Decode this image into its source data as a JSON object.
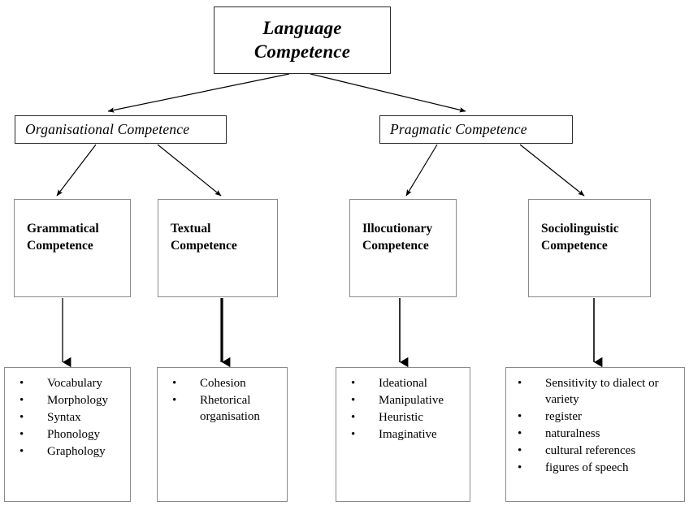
{
  "diagram": {
    "title": "Language Competence hierarchy",
    "root": {
      "label": "Language\nCompetence"
    },
    "level2": [
      {
        "label": "Organisational Competence"
      },
      {
        "label": "Pragmatic Competence"
      }
    ],
    "level3": [
      {
        "label": "Grammatical\nCompetence"
      },
      {
        "label": "Textual\nCompetence"
      },
      {
        "label": "Illocutionary\nCompetence"
      },
      {
        "label": "Sociolinguistic\nCompetence"
      }
    ],
    "lists": [
      {
        "owner": "Grammatical Competence",
        "bullet": "•",
        "items": [
          "Vocabulary",
          "Morphology",
          "Syntax",
          "Phonology",
          "Graphology"
        ]
      },
      {
        "owner": "Textual Competence",
        "bullet": "•",
        "items": [
          "Cohesion",
          "Rhetorical organisation"
        ]
      },
      {
        "owner": "Illocutionary Competence",
        "bullet": "•",
        "items": [
          "Ideational",
          "Manipulative",
          "Heuristic",
          "Imaginative"
        ]
      },
      {
        "owner": "Sociolinguistic Competence",
        "bullet": "•",
        "items": [
          "Sensitivity to dialect or variety",
          "register",
          "naturalness",
          "cultural references",
          "figures of speech"
        ]
      }
    ],
    "colors": {
      "background": "#ffffff",
      "text": "#000000",
      "box_border_dark": "#2b2b2b",
      "box_border_light": "#8a8a8a",
      "edge": "#000000"
    }
  }
}
